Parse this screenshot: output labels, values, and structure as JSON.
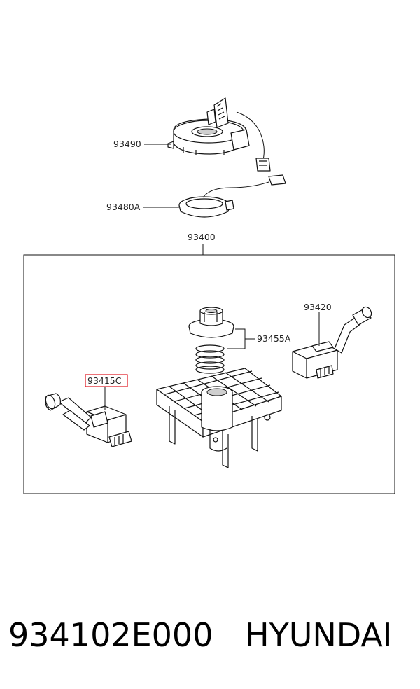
{
  "callouts": {
    "p93490": "93490",
    "p93480a": "93480A",
    "p93400": "93400",
    "p93420": "93420",
    "p93455a": "93455A",
    "p93415c": "93415C"
  },
  "footer": {
    "part_number": "934102E000",
    "brand": "HYUNDAI"
  },
  "colors": {
    "line": "#111111",
    "highlight": "#e0141e"
  }
}
